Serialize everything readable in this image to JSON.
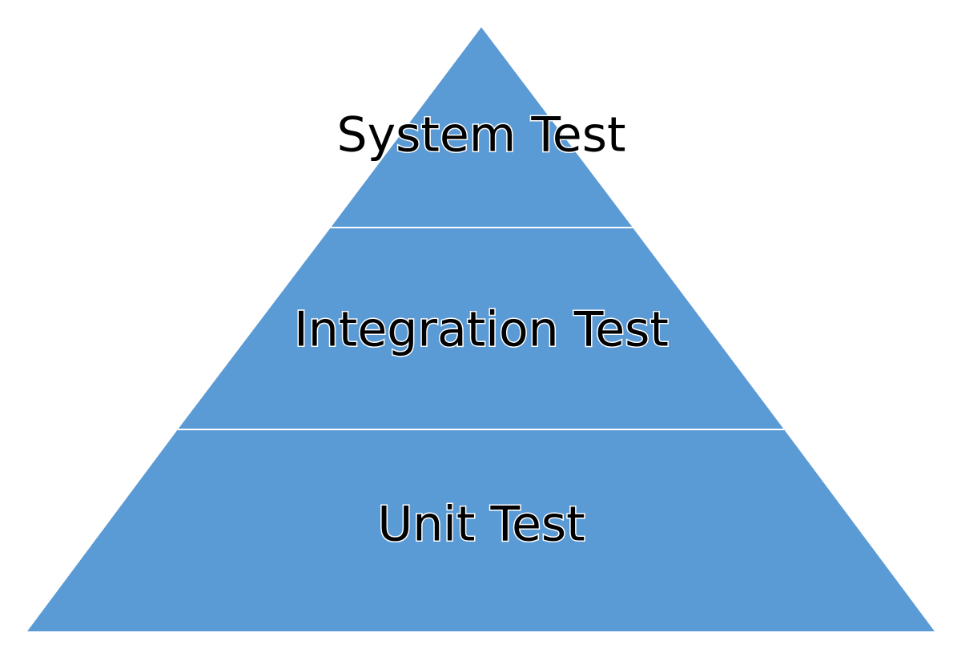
{
  "diagram": {
    "tier_color": "#5b9bd5",
    "divider_color": "#ffffff",
    "tiers": [
      {
        "label": "System Test"
      },
      {
        "label": "Integration Test"
      },
      {
        "label": "Unit Test"
      }
    ]
  }
}
